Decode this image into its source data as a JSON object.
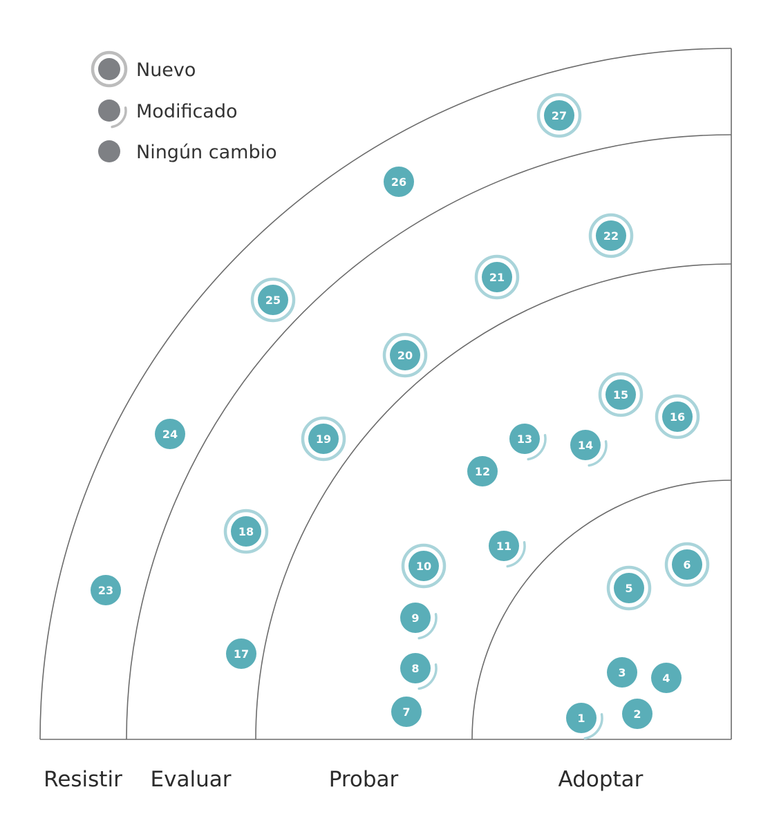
{
  "colors": {
    "blip": "#5aaeb8",
    "blip_halo": "#a9d4da",
    "legend_dot": "#7e8084",
    "legend_halo": "#bcbcbc",
    "ring_line": "#6b6b6b"
  },
  "legend": [
    {
      "label": "Nuevo",
      "status": "new"
    },
    {
      "label": "Modificado",
      "status": "changed"
    },
    {
      "label": "Ningún cambio",
      "status": "none"
    }
  ],
  "rings": [
    {
      "name": "Resistir"
    },
    {
      "name": "Evaluar"
    },
    {
      "name": "Probar"
    },
    {
      "name": "Adoptar"
    }
  ],
  "blips": [
    {
      "id": "1",
      "ring": "Adoptar",
      "status": "changed"
    },
    {
      "id": "2",
      "ring": "Adoptar",
      "status": "none"
    },
    {
      "id": "3",
      "ring": "Adoptar",
      "status": "none"
    },
    {
      "id": "4",
      "ring": "Adoptar",
      "status": "none"
    },
    {
      "id": "5",
      "ring": "Adoptar",
      "status": "new"
    },
    {
      "id": "6",
      "ring": "Adoptar",
      "status": "new"
    },
    {
      "id": "7",
      "ring": "Probar",
      "status": "none"
    },
    {
      "id": "8",
      "ring": "Probar",
      "status": "changed"
    },
    {
      "id": "9",
      "ring": "Probar",
      "status": "changed"
    },
    {
      "id": "10",
      "ring": "Probar",
      "status": "new"
    },
    {
      "id": "11",
      "ring": "Probar",
      "status": "changed"
    },
    {
      "id": "12",
      "ring": "Probar",
      "status": "none"
    },
    {
      "id": "13",
      "ring": "Probar",
      "status": "changed"
    },
    {
      "id": "14",
      "ring": "Probar",
      "status": "changed"
    },
    {
      "id": "15",
      "ring": "Probar",
      "status": "new"
    },
    {
      "id": "16",
      "ring": "Probar",
      "status": "new"
    },
    {
      "id": "17",
      "ring": "Evaluar",
      "status": "none"
    },
    {
      "id": "18",
      "ring": "Evaluar",
      "status": "new"
    },
    {
      "id": "19",
      "ring": "Evaluar",
      "status": "new"
    },
    {
      "id": "20",
      "ring": "Evaluar",
      "status": "new"
    },
    {
      "id": "21",
      "ring": "Evaluar",
      "status": "new"
    },
    {
      "id": "22",
      "ring": "Evaluar",
      "status": "new"
    },
    {
      "id": "23",
      "ring": "Resistir",
      "status": "none"
    },
    {
      "id": "24",
      "ring": "Resistir",
      "status": "none"
    },
    {
      "id": "25",
      "ring": "Resistir",
      "status": "new"
    },
    {
      "id": "26",
      "ring": "Resistir",
      "status": "none"
    },
    {
      "id": "27",
      "ring": "Resistir",
      "status": "new"
    }
  ]
}
